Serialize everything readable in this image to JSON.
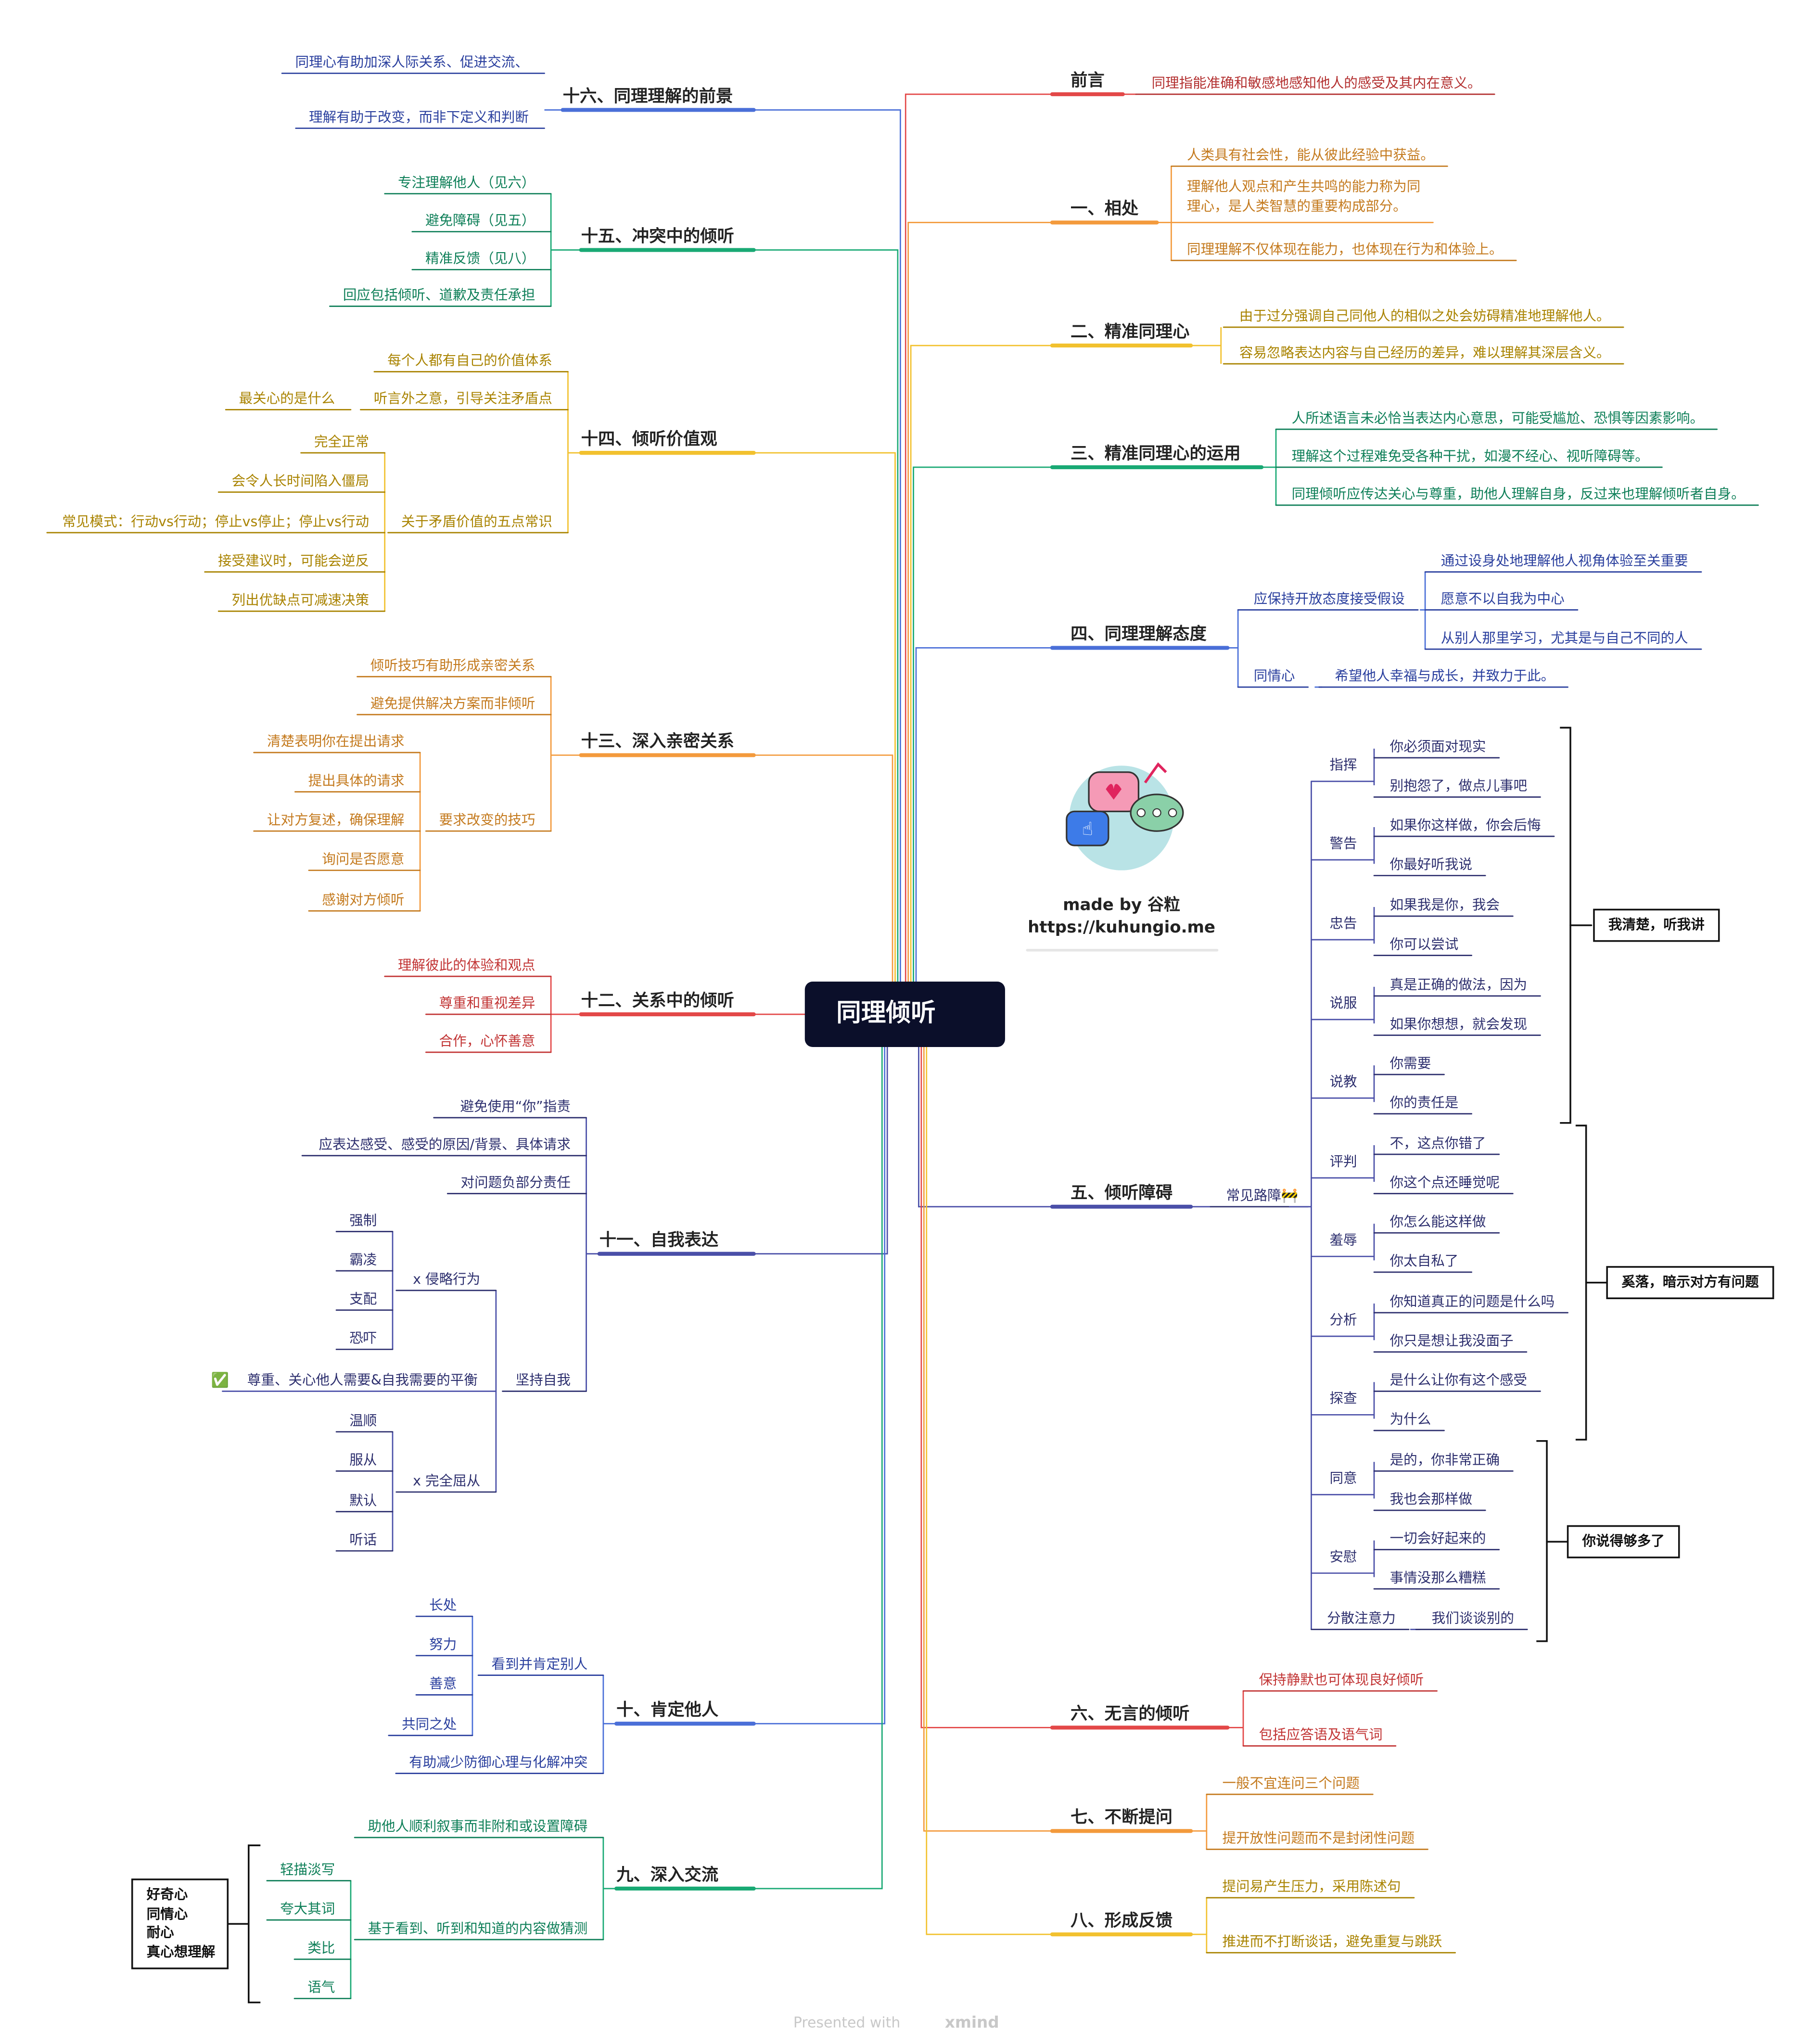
{
  "central": {
    "label": "同理倾听"
  },
  "credit": {
    "line1": "made by 谷粒",
    "line2": "https://kuhungio.me"
  },
  "footer": {
    "prefix": "Presented with",
    "brand": "xmind"
  },
  "branches": {
    "qianyan": {
      "title": "前言",
      "color": "#e34848",
      "items": [
        "同理指能准确和敏感地感知他人的感受及其内在意义。"
      ]
    },
    "b1": {
      "title": "一、相处",
      "color": "#f39a3c",
      "items": [
        "人类具有社会性，能从彼此经验中获益。",
        "理解他人观点和产生共鸣的能力称为同",
        "理心，是人类智慧的重要构成部分。",
        "同理理解不仅体现在能力，也体现在行为和体验上。"
      ]
    },
    "b2": {
      "title": "二、精准同理心",
      "color": "#f2c12e",
      "items": [
        "由于过分强调自己同他人的相似之处会妨碍精准地理解他人。",
        "容易忽略表达内容与自己经历的差异，难以理解其深层含义。"
      ]
    },
    "b3": {
      "title": "三、精准同理心的运用",
      "color": "#19a974",
      "items": [
        "人所述语言未必恰当表达内心意思，可能受尴尬、恐惧等因素影响。",
        "理解这个过程难免受各种干扰，如漫不经心、视听障碍等。",
        "同理倾听应传达关心与尊重，助他人理解自身，反过来也理解倾听者自身。"
      ]
    },
    "b4": {
      "title": "四、同理理解态度",
      "color": "#4a6fd8",
      "sub1": "应保持开放态度接受假设",
      "items1": [
        "通过设身处地理解他人视角体验至关重要",
        "愿意不以自我为中心",
        "从别人那里学习，尤其是与自己不同的人"
      ],
      "sub2": "同情心",
      "items2": [
        "希望他人幸福与成长，并致力于此。"
      ]
    },
    "b5": {
      "title": "五、倾听障碍",
      "color": "#4a4fa8",
      "sub": "常见路障🚧",
      "groups": [
        {
          "label": "指挥",
          "items": [
            "你必须面对现实",
            "别抱怨了，做点儿事吧"
          ]
        },
        {
          "label": "警告",
          "items": [
            "如果你这样做，你会后悔",
            "你最好听我说"
          ]
        },
        {
          "label": "忠告",
          "items": [
            "如果我是你，我会",
            "你可以尝试"
          ]
        },
        {
          "label": "说服",
          "items": [
            "真是正确的做法，因为",
            "如果你想想，就会发现"
          ]
        },
        {
          "label": "说教",
          "items": [
            "你需要",
            "你的责任是"
          ]
        },
        {
          "label": "评判",
          "items": [
            "不，这点你错了",
            "你这个点还睡觉呢"
          ]
        },
        {
          "label": "羞辱",
          "items": [
            "你怎么能这样做",
            "你太自私了"
          ]
        },
        {
          "label": "分析",
          "items": [
            "你知道真正的问题是什么吗",
            "你只是想让我没面子"
          ]
        },
        {
          "label": "探查",
          "items": [
            "是什么让你有这个感受",
            "为什么"
          ]
        },
        {
          "label": "同意",
          "items": [
            "是的，你非常正确",
            "我也会那样做"
          ]
        },
        {
          "label": "安慰",
          "items": [
            "一切会好起来的",
            "事情没那么糟糕"
          ]
        },
        {
          "label": "分散注意力",
          "items": [
            "我们谈谈别的"
          ]
        }
      ],
      "summaries": [
        "我清楚，听我讲",
        "奚落，暗示对方有问题",
        "你说得够多了"
      ]
    },
    "b6": {
      "title": "六、无言的倾听",
      "color": "#e34848",
      "items": [
        "保持静默也可体现良好倾听",
        "包括应答语及语气词"
      ]
    },
    "b7": {
      "title": "七、不断提问",
      "color": "#f39a3c",
      "items": [
        "一般不宜连问三个问题",
        "提开放性问题而不是封闭性问题"
      ]
    },
    "b8": {
      "title": "八、形成反馈",
      "color": "#f2c12e",
      "items": [
        "提问易产生压力，采用陈述句",
        "推进而不打断谈话，避免重复与跳跃"
      ]
    },
    "b9": {
      "title": "九、深入交流",
      "color": "#19a974",
      "items": [
        "助他人顺利叙事而非附和或设置障碍",
        "基于看到、听到和知道的内容做猜测"
      ],
      "subitems": [
        "轻描淡写",
        "夸大其词",
        "类比",
        "语气"
      ],
      "summary": [
        "好奇心",
        "同情心",
        "耐心",
        "真心想理解"
      ]
    },
    "b10": {
      "title": "十、肯定他人",
      "color": "#4a6fd8",
      "sub": "看到并肯定别人",
      "subitems": [
        "长处",
        "努力",
        "善意",
        "共同之处"
      ],
      "item2": "有助减少防御心理与化解冲突"
    },
    "b11": {
      "title": "十一、自我表达",
      "color": "#4a4fa8",
      "items": [
        "避免使用“你”指责",
        "应表达感受、感受的原因/背景、具体请求",
        "对问题负部分责任"
      ],
      "sub": "坚持自我",
      "agg": "x 侵略行为",
      "agg_items": [
        "强制",
        "霸凌",
        "支配",
        "恐吓"
      ],
      "balance_icon": "✅",
      "balance": "尊重、关心他人需要&自我需要的平衡",
      "sub_mis": "x 完全屈从",
      "sub_items": [
        "温顺",
        "服从",
        "默认",
        "听话"
      ]
    },
    "b12": {
      "title": "十二、关系中的倾听",
      "color": "#e34848",
      "items": [
        "理解彼此的体验和观点",
        "尊重和重视差异",
        "合作，心怀善意"
      ]
    },
    "b13": {
      "title": "十三、深入亲密关系",
      "color": "#f39a3c",
      "items": [
        "倾听技巧有助形成亲密关系",
        "避免提供解决方案而非倾听"
      ],
      "sub": "要求改变的技巧",
      "subitems": [
        "清楚表明你在提出请求",
        "提出具体的请求",
        "让对方复述，确保理解",
        "询问是否愿意",
        "感谢对方倾听"
      ]
    },
    "b14": {
      "title": "十四、倾听价值观",
      "color": "#f2c12e",
      "items": [
        "每个人都有自己的价值体系",
        "听言外之意，引导关注矛盾点"
      ],
      "extra": "最关心的是什么",
      "sub": "关于矛盾价值的五点常识",
      "subitems": [
        "完全正常",
        "会令人长时间陷入僵局",
        "常见模式：行动vs行动；停止vs停止；停止vs行动",
        "接受建议时，可能会逆反",
        "列出优缺点可减速决策"
      ]
    },
    "b15": {
      "title": "十五、冲突中的倾听",
      "color": "#19a974",
      "items": [
        "专注理解他人（见六）",
        "避免障碍（见五）",
        "精准反馈（见八）",
        "回应包括倾听、道歉及责任承担"
      ]
    },
    "b16": {
      "title": "十六、同理理解的前景",
      "color": "#4a6fd8",
      "items": [
        "同理心有助加深人际关系、促进交流、",
        "理解有助于改变，而非下定义和判断"
      ]
    }
  }
}
